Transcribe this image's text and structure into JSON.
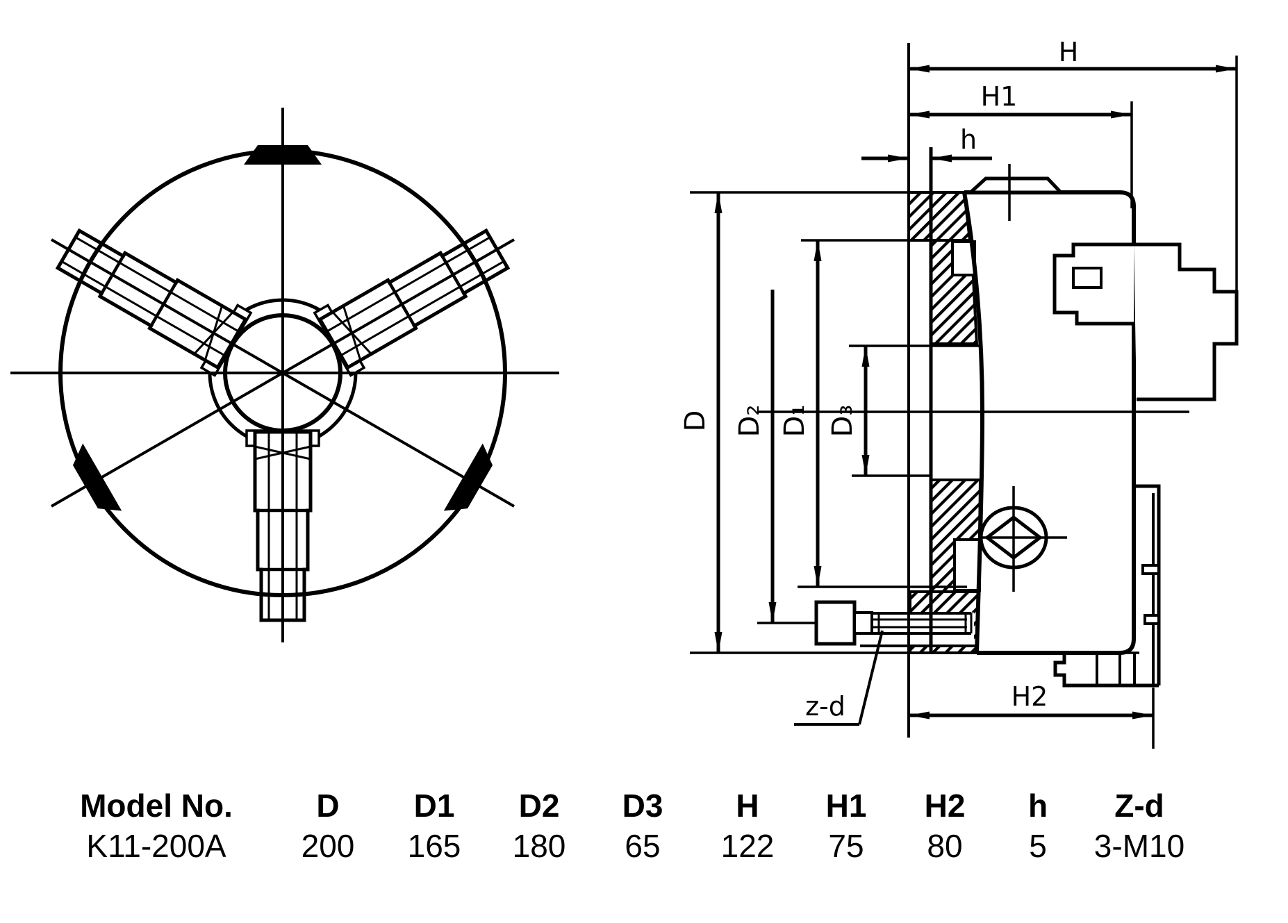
{
  "colors": {
    "ink": "#000000",
    "paper": "#ffffff"
  },
  "drawing": {
    "description": "3-jaw self-centering lathe chuck, front view and half-sectioned side view",
    "dim_labels": {
      "H": "H",
      "H1": "H1",
      "h": "h",
      "H2": "H2",
      "D": "D",
      "D1": "D₁",
      "D2": "D₂",
      "D3": "D₃",
      "zd": "z-d"
    }
  },
  "table": {
    "columns": [
      {
        "header": "Model No.",
        "value": "K11-200A"
      },
      {
        "header": "D",
        "value": "200"
      },
      {
        "header": "D1",
        "value": "165"
      },
      {
        "header": "D2",
        "value": "180"
      },
      {
        "header": "D3",
        "value": "65"
      },
      {
        "header": "H",
        "value": "122"
      },
      {
        "header": "H1",
        "value": "75"
      },
      {
        "header": "H2",
        "value": "80"
      },
      {
        "header": "h",
        "value": "5"
      },
      {
        "header": "Z-d",
        "value": "3-M10"
      }
    ]
  }
}
